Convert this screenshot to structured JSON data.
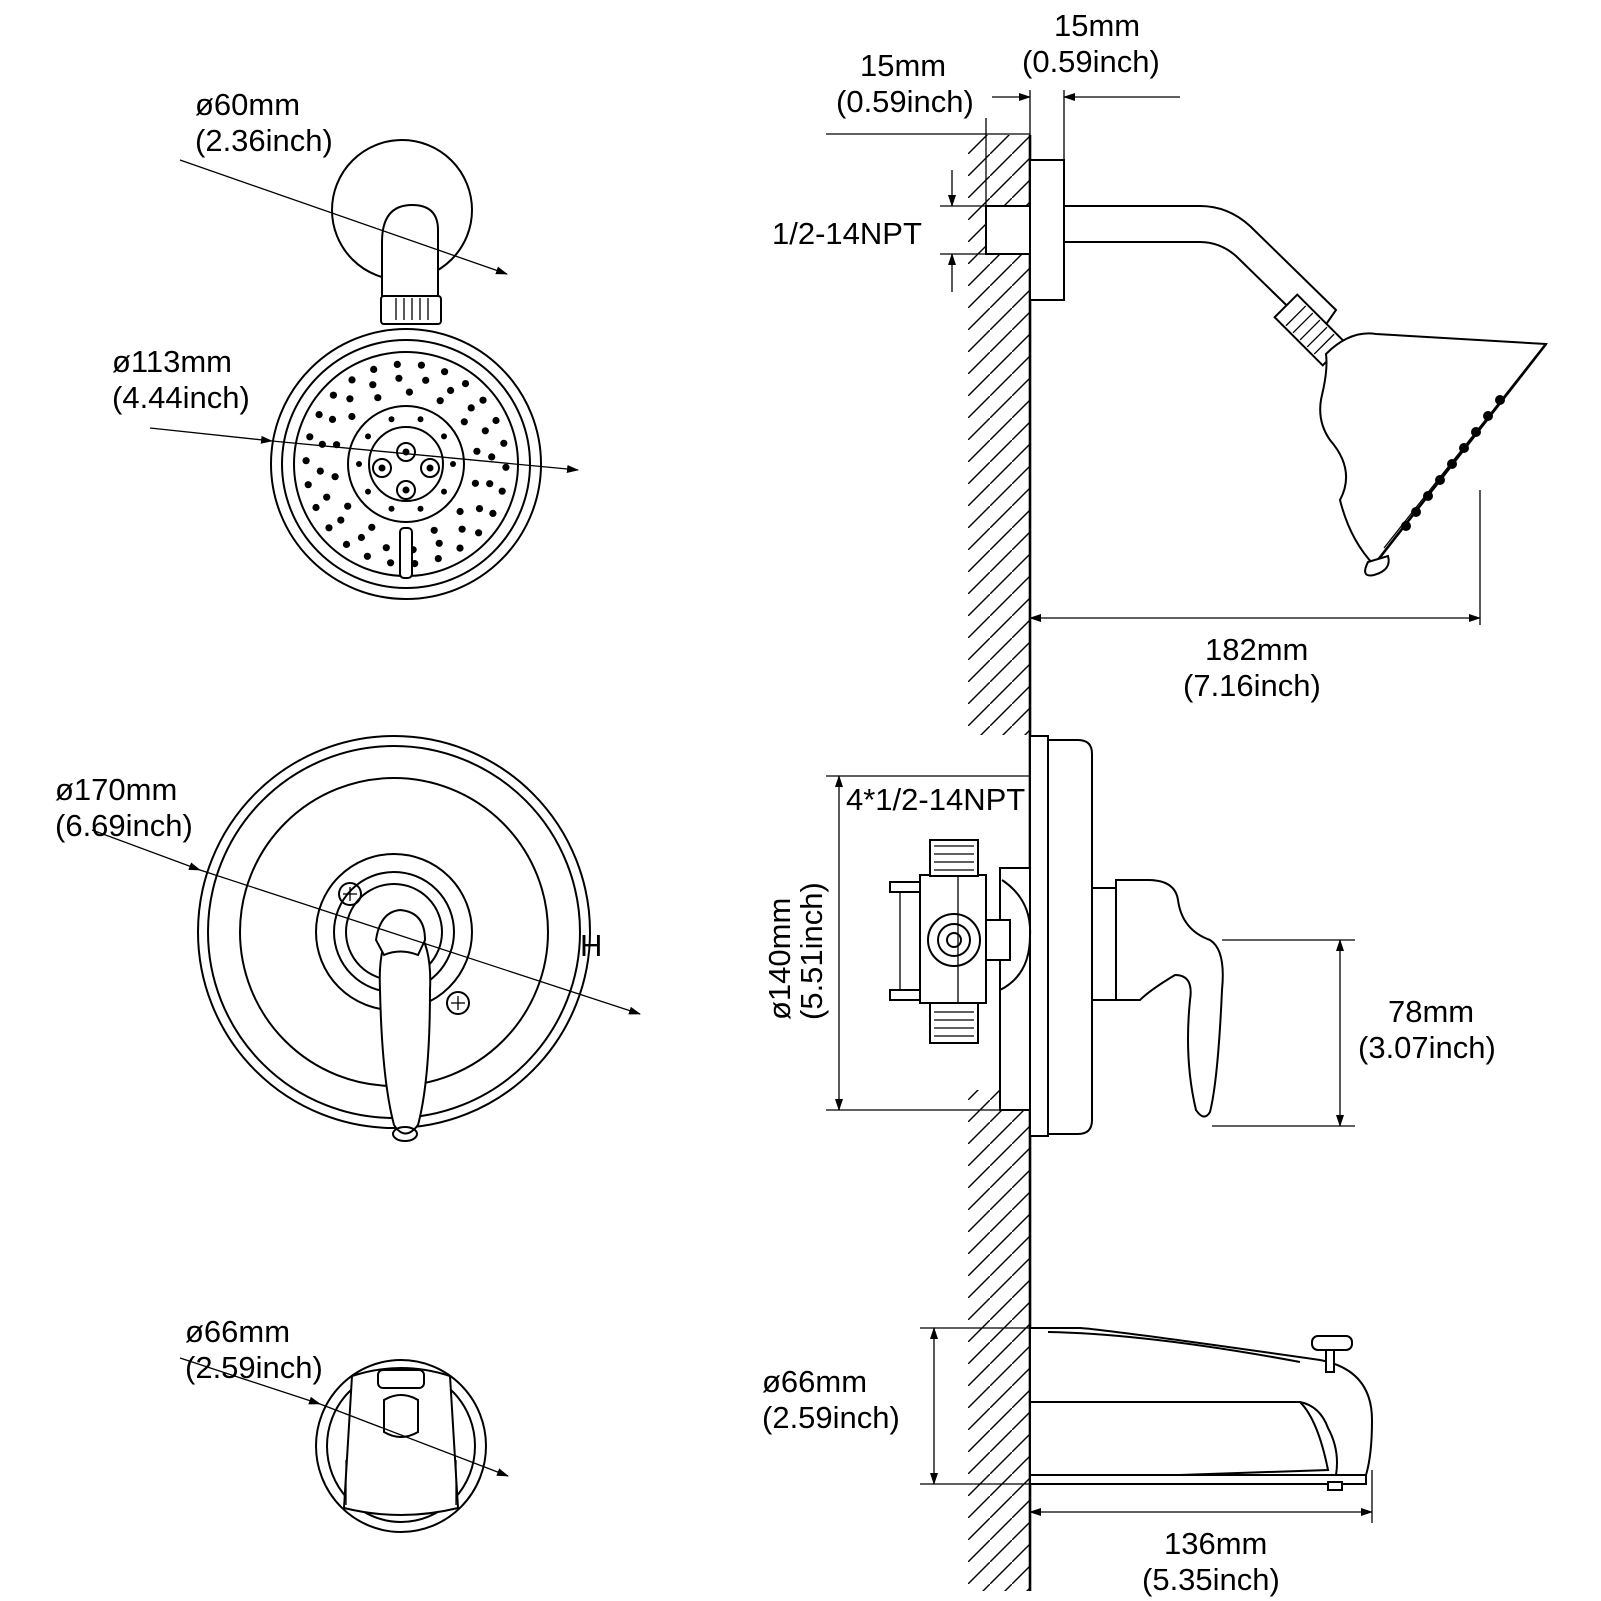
{
  "colors": {
    "ink": "#000000",
    "background": "#ffffff"
  },
  "front_view": {
    "flange_dia": {
      "mm": "ø60mm",
      "inch": "(2.36inch)"
    },
    "showerhead_dia": {
      "mm": "ø113mm",
      "inch": "(4.44inch)"
    },
    "trim_dia": {
      "mm": "ø170mm",
      "inch": "(6.69inch)"
    },
    "trim_hot_mark": "H",
    "spout_dia": {
      "mm": "ø66mm",
      "inch": "(2.59inch)"
    }
  },
  "side_view": {
    "wall_flange_thickness": {
      "mm": "15mm",
      "inch": "(0.59inch)"
    },
    "arm_offset": {
      "mm": "15mm",
      "inch": "(0.59inch)"
    },
    "arm_thread": "1/2-14NPT",
    "arm_reach": {
      "mm": "182mm",
      "inch": "(7.16inch)"
    },
    "valve_ports": "4*1/2-14NPT",
    "valve_dia": {
      "mm": "ø140mm",
      "inch": "(5.51inch)"
    },
    "handle_reach": {
      "mm": "78mm",
      "inch": "(3.07inch)"
    },
    "spout_dia": {
      "mm": "ø66mm",
      "inch": "(2.59inch)"
    },
    "spout_reach": {
      "mm": "136mm",
      "inch": "(5.35inch)"
    }
  }
}
